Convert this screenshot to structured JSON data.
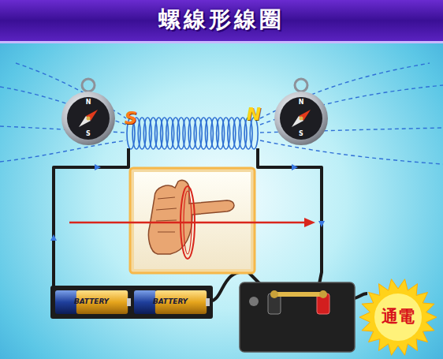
{
  "diagram": {
    "title": "螺線形線圈",
    "nodes": [
      {
        "text": [
          "BATTERY"
        ]
      },
      {
        "text": [
          "BATTERY"
        ]
      },
      {
        "text": [
          "通電"
        ]
      }
    ],
    "labels": [
      "S",
      "N",
      "N",
      "S",
      "N",
      "S"
    ]
  }
}
